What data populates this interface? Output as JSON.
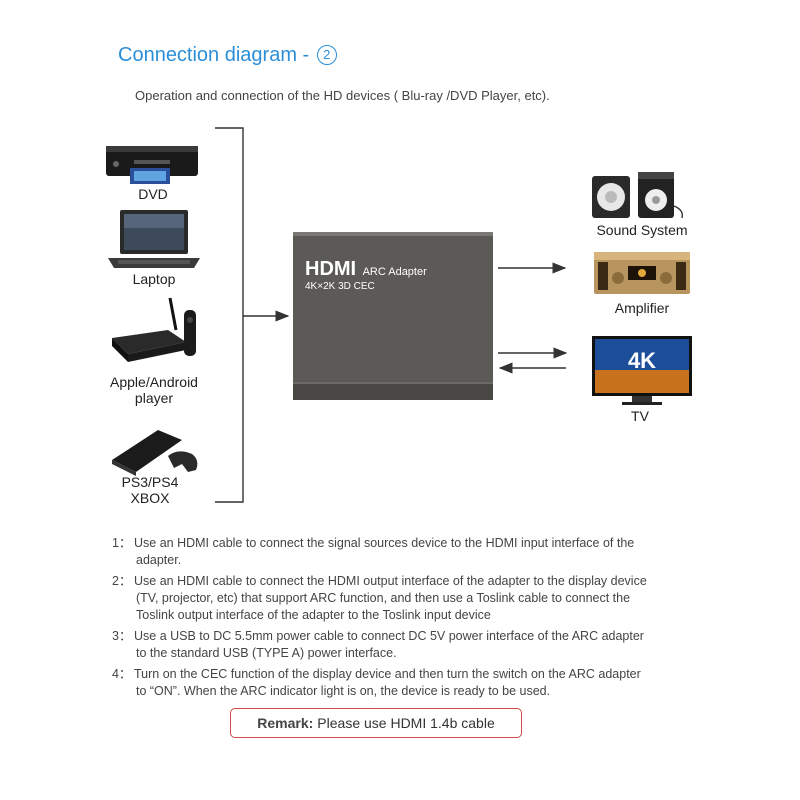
{
  "header": {
    "title": "Connection diagram - ",
    "title_step": "2",
    "subtitle": "Operation and connection of the HD devices ( Blu-ray /DVD Player, etc)."
  },
  "sources": [
    {
      "label": "DVD",
      "icon": "dvd-player-icon"
    },
    {
      "label": "Laptop",
      "icon": "laptop-icon"
    },
    {
      "label_line1": "Apple/Android",
      "label_line2": "player",
      "icon": "tv-box-icon"
    },
    {
      "label_line1": "PS3/PS4",
      "label_line2": "XBOX",
      "icon": "game-console-icon"
    }
  ],
  "adapter": {
    "brand": "HDMI",
    "name": "ARC Adapter",
    "spec": "4K×2K 3D CEC",
    "color": "#5c5a57"
  },
  "outputs": [
    {
      "label": "Sound System",
      "icon": "speaker-icon"
    },
    {
      "label": "Amplifier",
      "icon": "amplifier-icon"
    },
    {
      "label": "TV",
      "icon": "tv-icon",
      "screen_text": "4K"
    }
  ],
  "instructions": [
    {
      "num": "1：",
      "line1": "Use an HDMI cable to connect the signal sources device to the HDMI input interface of the",
      "line2": "adapter."
    },
    {
      "num": "2：",
      "line1": "Use an HDMI cable to connect the HDMI output interface of the adapter to the display device",
      "line2": "(TV, projector, etc) that support ARC function, and then use a Toslink cable to connect the",
      "line3": "Toslink output interface of the adapter to the Toslink input device"
    },
    {
      "num": "3：",
      "line1": "Use a USB to DC 5.5mm power cable to connect DC 5V power interface of the ARC adapter",
      "line2": "to the standard USB (TYPE A) power interface."
    },
    {
      "num": "4：",
      "line1": "Turn on the CEC function of the display device and then turn the switch on the ARC adapter",
      "line2": "to “ON”. When the ARC indicator light is on, the device is ready to be used."
    }
  ],
  "remark": {
    "label": "Remark:",
    "text": "Please use HDMI 1.4b cable",
    "border_color": "#d24a4a"
  },
  "colors": {
    "title": "#2a8fd8",
    "line": "#333333"
  }
}
